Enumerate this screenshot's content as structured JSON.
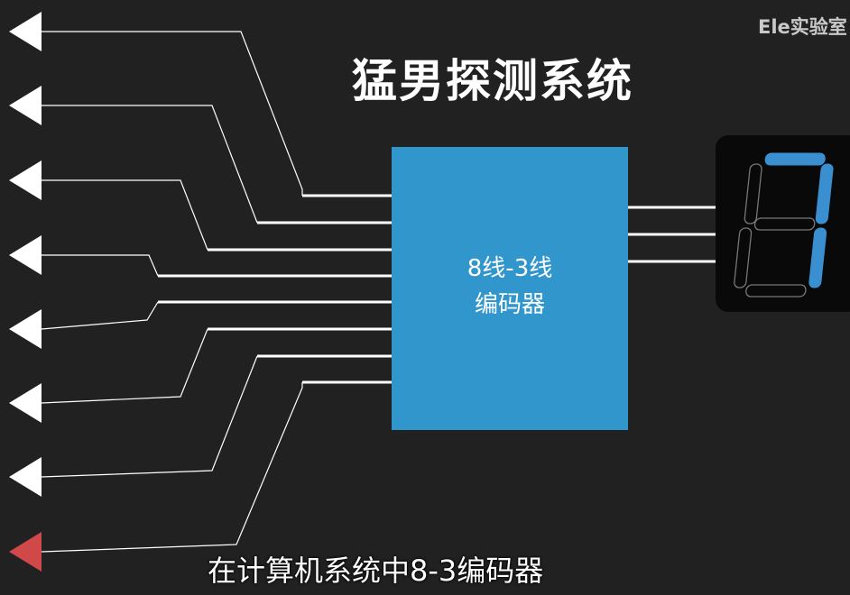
{
  "watermark": "Ele实验室",
  "title": "猛男探测系统",
  "encoder": {
    "line1": "8线-3线",
    "line2": "编码器"
  },
  "subtitle": "在计算机系统中8-3编码器",
  "inputs": [
    {
      "name": "input-1",
      "active": false
    },
    {
      "name": "input-2",
      "active": false
    },
    {
      "name": "input-3",
      "active": false
    },
    {
      "name": "input-4",
      "active": false
    },
    {
      "name": "input-5",
      "active": false
    },
    {
      "name": "input-6",
      "active": false
    },
    {
      "name": "input-7",
      "active": false
    },
    {
      "name": "input-8",
      "active": true
    }
  ],
  "seven_segment": {
    "lit_segments": [
      "a",
      "b",
      "c"
    ],
    "lit_color": "#3a8fd0",
    "unlit_color": "#777777"
  },
  "colors": {
    "background": "#212121",
    "encoder": "#3096cc",
    "arrow_idle": "#ffffff",
    "arrow_active": "#d04848"
  }
}
